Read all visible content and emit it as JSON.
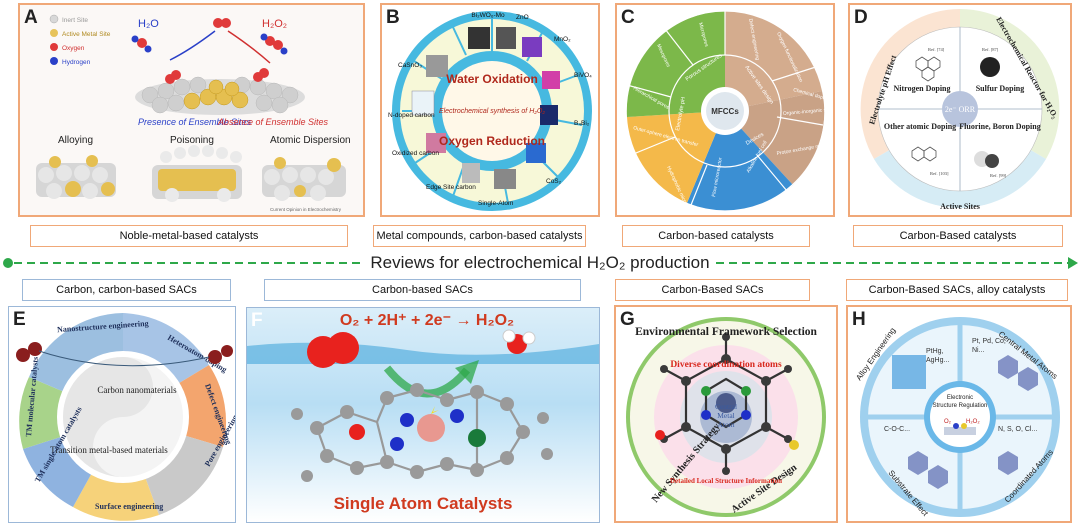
{
  "title_banner": {
    "text": "Reviews for electrochemical H₂O₂ production"
  },
  "top_captions": [
    "Noble-metal-based catalysts",
    "Metal compounds, carbon-based catalysts",
    "Carbon-based catalysts",
    "Carbon-Based catalysts"
  ],
  "bottom_captions": [
    "Carbon, carbon-based SACs",
    "Carbon-based SACs",
    "Carbon-Based SACs",
    "Carbon-Based SACs, alloy catalysts"
  ],
  "colors": {
    "orange_border": "#f0a878",
    "blue_border": "#9cb8d8",
    "arrow_green": "#2ea84a",
    "red_text": "#d03a1f"
  },
  "panelA": {
    "letter": "A",
    "legend": [
      "Inert Site",
      "Active Metal Site",
      "Oxygen",
      "Hydrogen"
    ],
    "h2o": "H₂O",
    "h2o2": "H₂O₂",
    "presence": "Presence of Ensemble Sites",
    "absence": "Absence of Ensemble Sites",
    "labels": [
      "Alloying",
      "Poisoning",
      "Atomic Dispersion"
    ],
    "credit": "Current Opinion in Electrochemistry"
  },
  "panelB": {
    "letter": "B",
    "center": [
      "Water Oxidation",
      "Electrochemical synthesis of H₂O₂",
      "Oxygen Reduction"
    ],
    "segments": [
      "Bi₂WO₆-Mo",
      "ZnO",
      "MnO₂",
      "BiVO₄",
      "B₄Bi₂",
      "CoS₂",
      "Single-Atom",
      "Edge Site carbon",
      "Oxidized carbon",
      "N-doped carbon",
      "CaSnO₃"
    ]
  },
  "panelC": {
    "letter": "C",
    "center": "MFCCs",
    "ring_inner": [
      "Porous structures",
      "Active sites design",
      "Electrolyte pH",
      "Devices"
    ],
    "outer": [
      "Micropores",
      "Mesopores",
      "Hierarchical pores",
      "Defect engineering",
      "Oxygen functionalization",
      "Chemical doping",
      "Organic-inorganic surface engineering",
      "Outer-sphere electron transfer",
      "Hydrophobic microenvironments",
      "Proton exchange membrane electrolyzers",
      "Alkaline fuel cell",
      "Flow microreactor"
    ]
  },
  "panelD": {
    "letter": "D",
    "left_arc": "Electrolyte pH Effect",
    "right_arc": "Electrochemical Reactor for H₂O₂",
    "bottom_arc": "Active Sites",
    "center": "2e⁻ ORR",
    "quadrants": [
      "Nitrogen Doping",
      "Sulfur Doping",
      "Other atomic Doping",
      "Fluorine, Boron Doping"
    ],
    "refs": [
      "Ref. [74]",
      "Ref. [87]",
      "Ref. [103]",
      "Ref. [99]"
    ]
  },
  "panelE": {
    "letter": "E",
    "center_top": "Carbon nanomaterials",
    "center_bottom": "Transition metal-based materials",
    "ring": [
      "Nanostructure engineering",
      "Heteroatom-doping",
      "Defect engineering",
      "Pore engineering",
      "Surface engineering",
      "TM single-atom catalysts",
      "TM molecular catalysts"
    ]
  },
  "panelF": {
    "letter": "F",
    "equation": "O₂ + 2H⁺ + 2e⁻ → H₂O₂",
    "footer": "Single Atom Catalysts"
  },
  "panelG": {
    "letter": "G",
    "outer_top": "Environmental Framework Selection",
    "outer_left": "New Synthesis Strategy",
    "outer_right": "Active Site Design",
    "inner_top": "Diverse coordination atoms",
    "inner_bottom": "Detailed Local Structure Information",
    "center": [
      "Central",
      "Metal",
      "Atom"
    ]
  },
  "panelH": {
    "letter": "H",
    "quadrants": [
      "Alloy Engineering",
      "Central Metal Atoms",
      "Substrate Effect",
      "Coordinated Atoms"
    ],
    "notes_tl": [
      "PtHg,",
      "AgHg..."
    ],
    "notes_tr": [
      "Pt, Pd, Co,",
      "Ni..."
    ],
    "notes_bl": "C-O-C...",
    "notes_br": "N, S, O, Cl...",
    "center": [
      "Electronic",
      "Structure Regulation"
    ],
    "o2": "O₂",
    "h2o2": "H₂O₂"
  }
}
